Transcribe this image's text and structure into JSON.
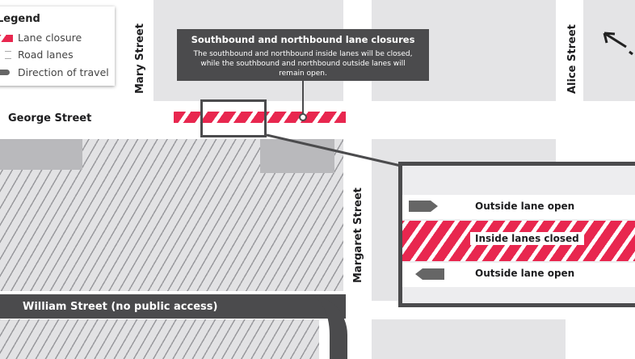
{
  "legend": {
    "title": "Legend",
    "items": [
      {
        "label": "Lane closure",
        "icon": "lane-closure-swatch"
      },
      {
        "label": "Road lanes",
        "icon": "road-lanes-icon"
      },
      {
        "label": "Direction of travel",
        "icon": "direction-arrow-icon"
      }
    ]
  },
  "streets": {
    "mary": "Mary Street",
    "george": "George Street",
    "margaret": "Margaret Street",
    "alice": "Alice Street",
    "william": "William Street (no public access)"
  },
  "callout": {
    "title": "Southbound and northbound lane closures",
    "body": "The southbound and northbound inside lanes will be closed, while the southbound and northbound outside lanes will remain open."
  },
  "inset": {
    "top": "Outside lane open",
    "middle": "Inside lanes closed",
    "bottom": "Outside lane open"
  },
  "colors": {
    "closure": "#e8274f",
    "callout": "#4b4b4d"
  }
}
